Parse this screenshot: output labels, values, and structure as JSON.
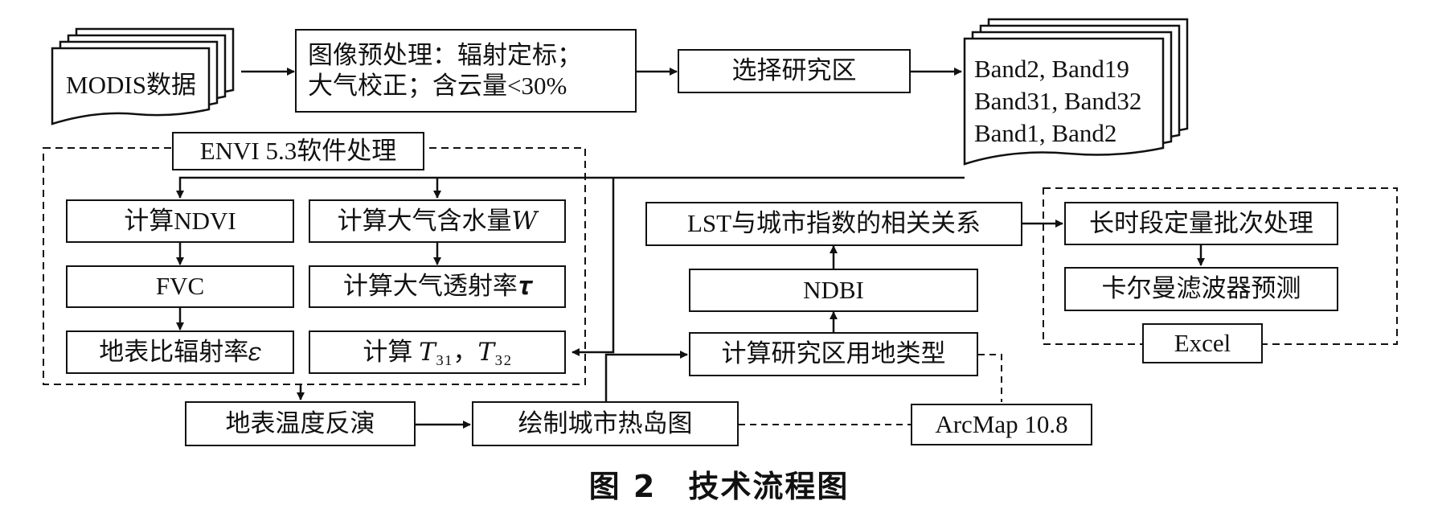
{
  "nodes": {
    "modis": "MODIS数据",
    "preprocess": [
      "图像预处理：辐射定标；",
      "大气校正；含云量<30%"
    ],
    "select_area": "选择研究区",
    "bands": [
      "Band2, Band19",
      "Band31, Band32",
      "Band1, Band2"
    ],
    "envi_label": "ENVI 5.3软件处理",
    "ndvi": "计算NDVI",
    "water": "计算大气含水量𝑊",
    "fvc": "FVC",
    "transmittance": "计算大气透射率𝝉",
    "emissivity": "地表比辐射率𝜀",
    "t3132": "计算 𝑇₃₁，𝑇₃₂",
    "lst_inversion": "地表温度反演",
    "heat_island": "绘制城市热岛图",
    "arcmap": "ArcMap 10.8",
    "land_use": "计算研究区用地类型",
    "ndbi": "NDBI",
    "lst_relation": "LST与城市指数的相关关系",
    "batch": "长时段定量批次处理",
    "kalman": "卡尔曼滤波器预测",
    "excel": "Excel"
  },
  "caption": "图 2　技术流程图"
}
